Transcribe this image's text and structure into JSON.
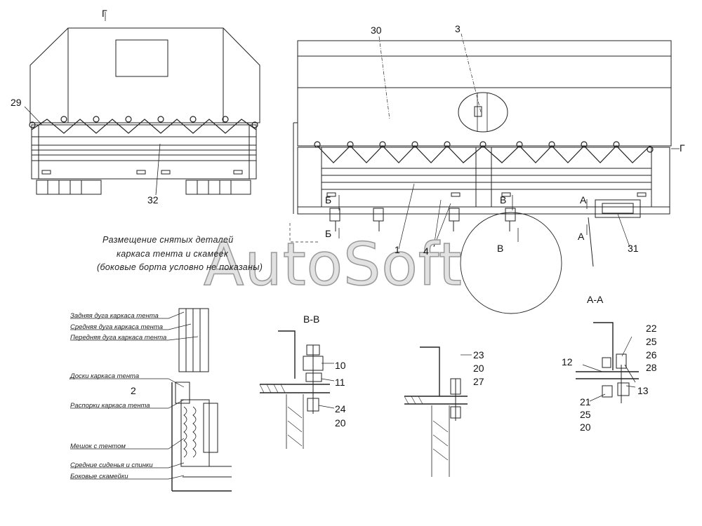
{
  "watermark": "AutoSoft",
  "caption": {
    "line1": "Размещение снятых деталей",
    "line2": "каркаса тента и скамеек",
    "line3": "(боковые борта условно не показаны)"
  },
  "views": {
    "rear_view_letter": "Г",
    "section_bb": "В-В",
    "section_aa": "А-А"
  },
  "side_markers": {
    "g_right": "Г",
    "b1": "Б",
    "b2": "Б",
    "v1": "В",
    "v2": "В",
    "a1": "А",
    "a2": "А"
  },
  "callouts": {
    "c29": "29",
    "c32": "32",
    "c30": "30",
    "c3": "3",
    "c1": "1",
    "c4": "4",
    "c31": "31",
    "c2": "2",
    "c10": "10",
    "c11": "11",
    "c24": "24",
    "c20a": "20",
    "c23": "23",
    "c20b": "20",
    "c27": "27",
    "c22": "22",
    "c25a": "25",
    "c26": "26",
    "c28": "28",
    "c12": "12",
    "c13": "13",
    "c21": "21",
    "c25b": "25",
    "c20c": "20"
  },
  "legend": [
    "Задняя дуга каркаса тента",
    "Средняя дуга каркаса тента",
    "Передняя дуга каркаса тента",
    "Доски каркаса тента",
    "Распорки каркаса тента",
    "Мешок с тентом",
    "Средние сиденья и спинки",
    "Боковые скамейки"
  ]
}
